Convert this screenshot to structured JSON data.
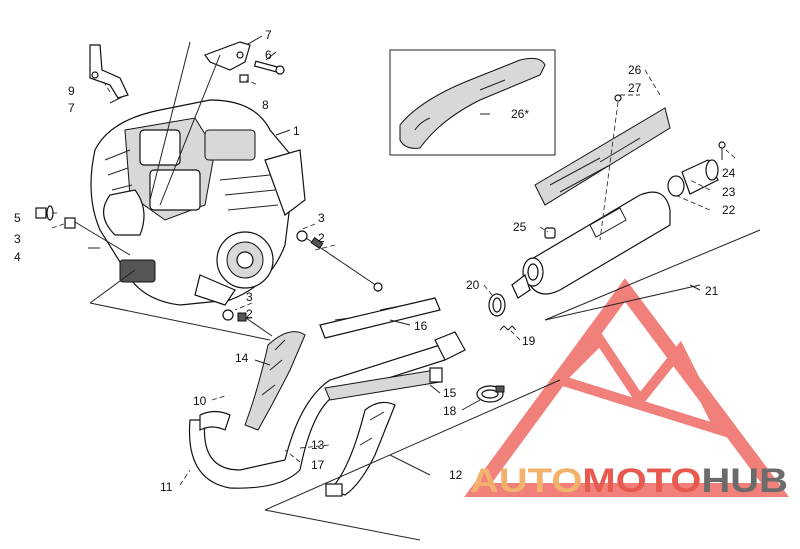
{
  "diagram": {
    "callouts": [
      {
        "id": "c1",
        "label": "1"
      },
      {
        "id": "c7a",
        "label": "7"
      },
      {
        "id": "c6",
        "label": "6"
      },
      {
        "id": "c8",
        "label": "8"
      },
      {
        "id": "c9",
        "label": "9"
      },
      {
        "id": "c7b",
        "label": "7"
      },
      {
        "id": "c5",
        "label": "5"
      },
      {
        "id": "c3a",
        "label": "3"
      },
      {
        "id": "c4",
        "label": "4"
      },
      {
        "id": "c3b",
        "label": "3"
      },
      {
        "id": "c2a",
        "label": "2"
      },
      {
        "id": "c3c",
        "label": "3"
      },
      {
        "id": "c2b",
        "label": "2"
      },
      {
        "id": "c14",
        "label": "14"
      },
      {
        "id": "c10",
        "label": "10"
      },
      {
        "id": "c11",
        "label": "11"
      },
      {
        "id": "c13",
        "label": "13"
      },
      {
        "id": "c17",
        "label": "17"
      },
      {
        "id": "c12",
        "label": "12"
      },
      {
        "id": "c16",
        "label": "16"
      },
      {
        "id": "c15",
        "label": "15"
      },
      {
        "id": "c18",
        "label": "18"
      },
      {
        "id": "c20",
        "label": "20"
      },
      {
        "id": "c19",
        "label": "19"
      },
      {
        "id": "c21",
        "label": "21"
      },
      {
        "id": "c25",
        "label": "25"
      },
      {
        "id": "c26a",
        "label": "26"
      },
      {
        "id": "c27",
        "label": "27"
      },
      {
        "id": "c24",
        "label": "24"
      },
      {
        "id": "c23",
        "label": "23"
      },
      {
        "id": "c22",
        "label": "22"
      },
      {
        "id": "c26b",
        "label": "26*"
      }
    ]
  },
  "watermark": {
    "part1": "AUTO",
    "part2": "MOTO",
    "part3": "HUB",
    "color_light": "#f3b26b",
    "color_red": "#e85a4f",
    "color_gray": "#6b6b6b",
    "triangle_color": "#ef6b64"
  }
}
